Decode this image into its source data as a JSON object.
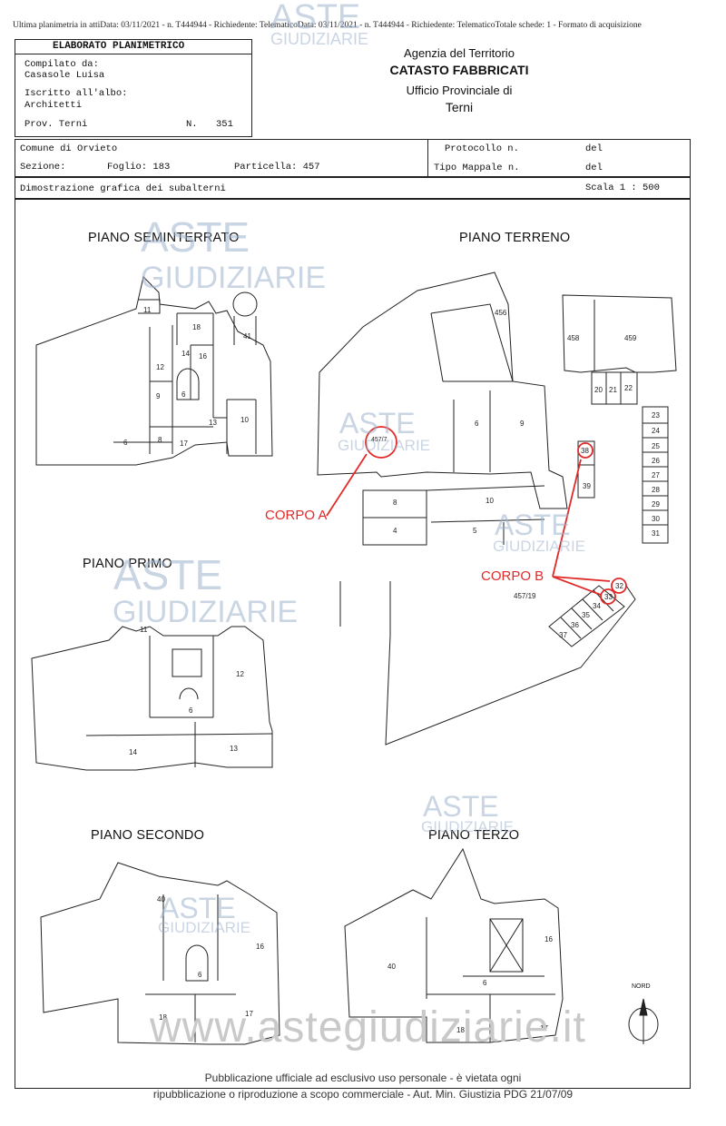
{
  "header_line": "Ultima planimetria in attiData: 03/11/2021 - n. T444944 - Richiedente: TelematicoData: 03/11/2021 - n. T444944 - Richiedente: TelematicoTotale schede: 1 - Formato di acquisizione",
  "left_box": {
    "title": "ELABORATO PLANIMETRICO",
    "compilato_label": "Compilato da:",
    "compilato_value": "Casasole Luisa",
    "iscritto_label": "Iscritto all'albo:",
    "iscritto_value": "Architetti",
    "prov": "Prov. Terni",
    "n_label": "N.",
    "n_value": "351"
  },
  "agency": {
    "line1": "Agenzia del Territorio",
    "line2": "CATASTO FABBRICATI",
    "line3": "Ufficio Provinciale di",
    "line4": "Terni"
  },
  "info_row": {
    "comune": "Comune di Orvieto",
    "sezione": "Sezione:",
    "foglio": "Foglio: 183",
    "particella": "Particella: 457",
    "protocollo": "Protocollo n.",
    "tipo_mappale": "Tipo Mappale n.",
    "del1": "del",
    "del2": "del"
  },
  "dimostrazione": "Dimostrazione grafica dei subalterni",
  "scala": "Scala 1 : 500",
  "floors": {
    "seminterrato": "PIANO SEMINTERRATO",
    "terreno": "PIANO TERRENO",
    "primo": "PIANO PRIMO",
    "secondo": "PIANO SECONDO",
    "terzo": "PIANO TERZO"
  },
  "corpo_a": "CORPO A",
  "corpo_b": "CORPO B",
  "north": "NORD",
  "watermark": {
    "aste": "ASTE",
    "giudiziarie": "GIUDIZIARIE",
    "site": "www.astegiudiziarie.it"
  },
  "footer": {
    "line1": "Pubblicazione ufficiale ad esclusivo uso personale - è vietata ogni",
    "line2": "ripubblicazione o riproduzione a scopo commerciale - Aut. Min. Giustizia PDG 21/07/09"
  },
  "units": {
    "sem": [
      "11",
      "18",
      "14",
      "16",
      "41",
      "12",
      "9",
      "6",
      "10",
      "13",
      "6",
      "8",
      "17"
    ],
    "terr": [
      "456",
      "458",
      "459",
      "20",
      "21",
      "22",
      "23",
      "24",
      "25",
      "26",
      "27",
      "28",
      "29",
      "30",
      "31",
      "457/7",
      "6",
      "9",
      "38",
      "39",
      "8",
      "10",
      "4",
      "5",
      "457/19",
      "32",
      "33",
      "34",
      "35",
      "36",
      "37"
    ],
    "primo": [
      "11",
      "12",
      "6",
      "14",
      "13"
    ],
    "secondo": [
      "40",
      "16",
      "6",
      "18",
      "17"
    ],
    "terzo": [
      "16",
      "40",
      "6",
      "18",
      "17"
    ]
  }
}
